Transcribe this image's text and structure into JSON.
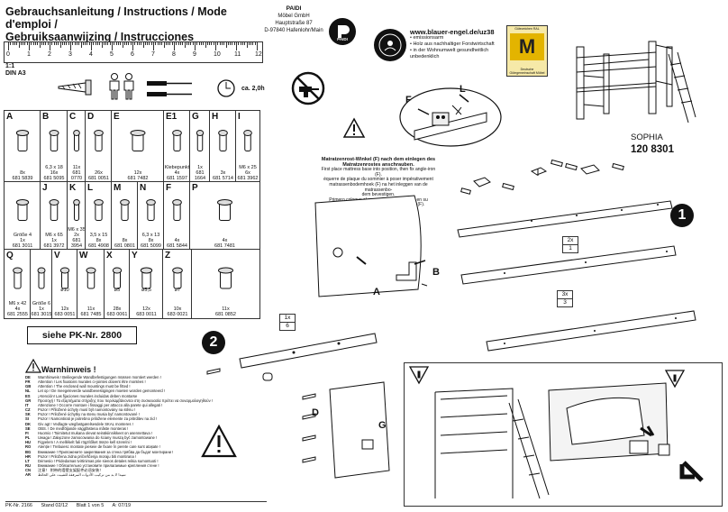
{
  "header": {
    "line1": "Gebrauchsanleitung / Instructions / Mode d'emploi /",
    "line2": "Gebruiksaanwijzing / Instrucciones"
  },
  "scale": {
    "ratio": "1:1",
    "format": "DIN A3"
  },
  "ruler": [
    "0",
    "1",
    "2",
    "3",
    "4",
    "5",
    "6",
    "7",
    "8",
    "9",
    "10",
    "11",
    "12"
  ],
  "company": {
    "name": "PAIDI",
    "l1": "Möbel GmbH",
    "l2": "Hauptstraße 87",
    "l3": "D-97840 Hafenlohr/Main"
  },
  "logo": "PAIDI",
  "ecolabel": {
    "url": "www.blauer-engel.de/uz38",
    "b1": "• emissionsarm",
    "b2": "• Holz aus nachhaltiger Forstwirtschaft",
    "b3": "• in der Wohnumwelt gesundheitlich",
    "b4": "unbedenklich"
  },
  "ral": {
    "top": "Gütezeichen RAL",
    "bottom": "Deutsche Gütegemeinschaft Möbel"
  },
  "time": "ca. 2,0h",
  "product": {
    "name": "SOPHIA",
    "number": "120 8301"
  },
  "parts": [
    {
      "l": "A",
      "qty": "8x",
      "no": "681 5839"
    },
    {
      "l": "B",
      "qty": "6,3 x 18\n16x",
      "no": "681 5095"
    },
    {
      "l": "C",
      "qty": "11x",
      "no": "681 0770"
    },
    {
      "l": "D",
      "qty": "26x",
      "no": "681 0051"
    },
    {
      "l": "E",
      "qty": "12x",
      "no": "681 7482"
    },
    {
      "l": "E1",
      "qty": "Klebepunkt\n4x",
      "no": "681 1597"
    },
    {
      "l": "G",
      "qty": "1x",
      "no": "681 1664"
    },
    {
      "l": "H",
      "qty": "3x",
      "no": "681 5714"
    },
    {
      "l": "I",
      "qty": "M6 x 25\n6x",
      "no": "681 3962"
    },
    {
      "l": "",
      "qty": "Größe 4\n1x",
      "no": "681 3011"
    },
    {
      "l": "J",
      "qty": "M6 x 65\n1x",
      "no": "681 3972"
    },
    {
      "l": "K",
      "qty": "M6 x 35\n2x",
      "no": "681 3954"
    },
    {
      "l": "L",
      "qty": "3,5 x 15\n8x",
      "no": "681 4908"
    },
    {
      "l": "M",
      "qty": "8x",
      "no": "681 0801"
    },
    {
      "l": "N",
      "qty": "6,3 x 13\n8x",
      "no": "681 5099"
    },
    {
      "l": "F",
      "qty": "4x",
      "no": "681 5844"
    },
    {
      "l": "P",
      "qty": "4x",
      "no": "681 7481"
    },
    {
      "l": "Q",
      "qty": "M6 x 42\n4x",
      "no": "681 2555"
    },
    {
      "l": "",
      "qty": "Größe 6\n1x",
      "no": "681 3015"
    },
    {
      "l": "V",
      "qty": "12x",
      "no": "683 0051"
    },
    {
      "l": "W",
      "qty": "11x",
      "no": "681 7485"
    },
    {
      "l": "X",
      "qty": "28x",
      "no": "683 0061"
    },
    {
      "l": "Y",
      "qty": "12x",
      "no": "683 0011"
    },
    {
      "l": "Z",
      "qty": "10x",
      "no": "683 0021"
    },
    {
      "l": "",
      "qty": "11x",
      "no": "681 0852"
    }
  ],
  "dims": {
    "v": "ø10",
    "x": "ø5",
    "y": "ø5,5",
    "z": "ø7"
  },
  "pk": "siehe PK-Nr. 2800",
  "warning_title": "Warnhinweis !",
  "warnings": [
    {
      "c": "DE",
      "t": "Warnhinweis ! Beiliegende Wandbefestigungen müssen montiert werden !"
    },
    {
      "c": "FR",
      "t": "Attention ! Les fixations murales ci-jointes doivent être montées !"
    },
    {
      "c": "GB",
      "t": "Attention ! The enclosed wall mountings must be fitted !"
    },
    {
      "c": "NL",
      "t": "Let op ! De meegeleverde wandbevestigingen moeten worden gemonteerd !"
    },
    {
      "c": "ES",
      "t": "¡Atención! Las fijaciones murales incluidas deben montarse"
    },
    {
      "c": "GR",
      "t": "Προσοχή ! Τα εξαρτήματα στήριξης που περιλαμβάνονται στη συσκευασία πρέπει να συναρμολογηθούν !"
    },
    {
      "c": "IT",
      "t": "Attenzione ! Occorre montare i fissaggi per attacco alla parete qui allegati !"
    },
    {
      "c": "CZ",
      "t": "Pozor ! Přiložené úchyty musí být namontovány na stěnu !"
    },
    {
      "c": "SK",
      "t": "Pozor ! Priložené úchytky na stenu musia byť namontované !"
    },
    {
      "c": "SI",
      "t": "Pozor ! Namontirati je potrebno priložene elemente za pritrditev na zid !"
    },
    {
      "c": "DK",
      "t": "Giv agt ! Vedlagte vægfastgørelsesdele SKAL monteres !"
    },
    {
      "c": "SE",
      "t": "OBS. ! De medföljande väggfästena måste monteras !"
    },
    {
      "c": "FI",
      "t": "Huomio ! Toimitetut mukana olevat seinäkiinnikkeet on asennettava !"
    },
    {
      "c": "PL",
      "t": "Uwaga ! Załączone zamocowania do ściany muszą być zamontowane !"
    },
    {
      "c": "HU",
      "t": "Figyelem ! A mellékelt fali rögzítőket össze kell szerelni !"
    },
    {
      "c": "RO",
      "t": "Atenție ! Trebuiesc montate pieseie de fixare în perete care sunt atașate !"
    },
    {
      "c": "BG",
      "t": "Внимание ! Приложените закрепвания за стена трябва да бъдат монтирани !"
    },
    {
      "c": "HR",
      "t": "Pozor ! Priložena zidna pričvrščenja moraju biti montirana !"
    },
    {
      "c": "LT",
      "t": "Dėmesio ! Pridedamas tvirtinimas prie sienos detales reikia sumontuoti !"
    },
    {
      "c": "RU",
      "t": "Внимание ! Обязательно установите прилагаемые крепления стене !"
    },
    {
      "c": "CN",
      "t": "注意！ 附带的墙壁支架配件必须安装！"
    },
    {
      "c": "AR",
      "t": "تنبيه! لا بد من تركيب الأدوات المرفقة للتثبيت على الحائط"
    }
  ],
  "footer": {
    "pk": "PK-Nr. 2166",
    "stand": "Stand 02/12",
    "blatt": "Blatt 1 von 5",
    "a": "A: 07/19"
  },
  "note": {
    "title": "Matratzenrost-Winkel (F) nach dem einlegen des Matratzenrostes anschrauben.",
    "en": "First place mattress base into position, then fix angle-iron (F).",
    "fr": "équerre de plaque du sommier à poser impérativement",
    "nl": "matrassenbodemhoek (F) na het inleggen van de matrassenbo-",
    "nl2": "dem bevestigen.",
    "es": "Primero coloque el emparrillado de listones en su posición correcta, luego atornille el ángulo (F)."
  },
  "steps": {
    "s1": "1",
    "s2": "2"
  },
  "qtyboxes": {
    "q1a": "2x",
    "q1b": "1",
    "q2a": "3x",
    "q2b": "3",
    "q3a": "1x",
    "q3b": "6"
  },
  "labels": {
    "F": "F",
    "L": "L",
    "A": "A",
    "B": "B",
    "D": "D",
    "G": "G"
  }
}
